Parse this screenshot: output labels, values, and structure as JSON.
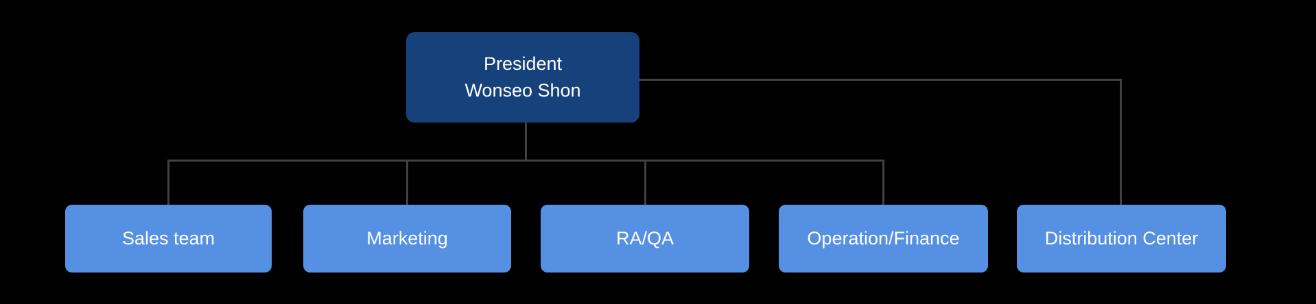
{
  "colors": {
    "background": "#000000",
    "root_fill": "#17417B",
    "department_fill": "#5590E2",
    "connector": "#414141",
    "text": "#FFFFFF"
  },
  "org_chart": {
    "root": {
      "title": "President",
      "name": "Wonseo Shon"
    },
    "departments": [
      {
        "label": "Sales team"
      },
      {
        "label": "Marketing"
      },
      {
        "label": "RA/QA"
      },
      {
        "label": "Operation/Finance"
      },
      {
        "label": "Distribution Center"
      }
    ]
  }
}
